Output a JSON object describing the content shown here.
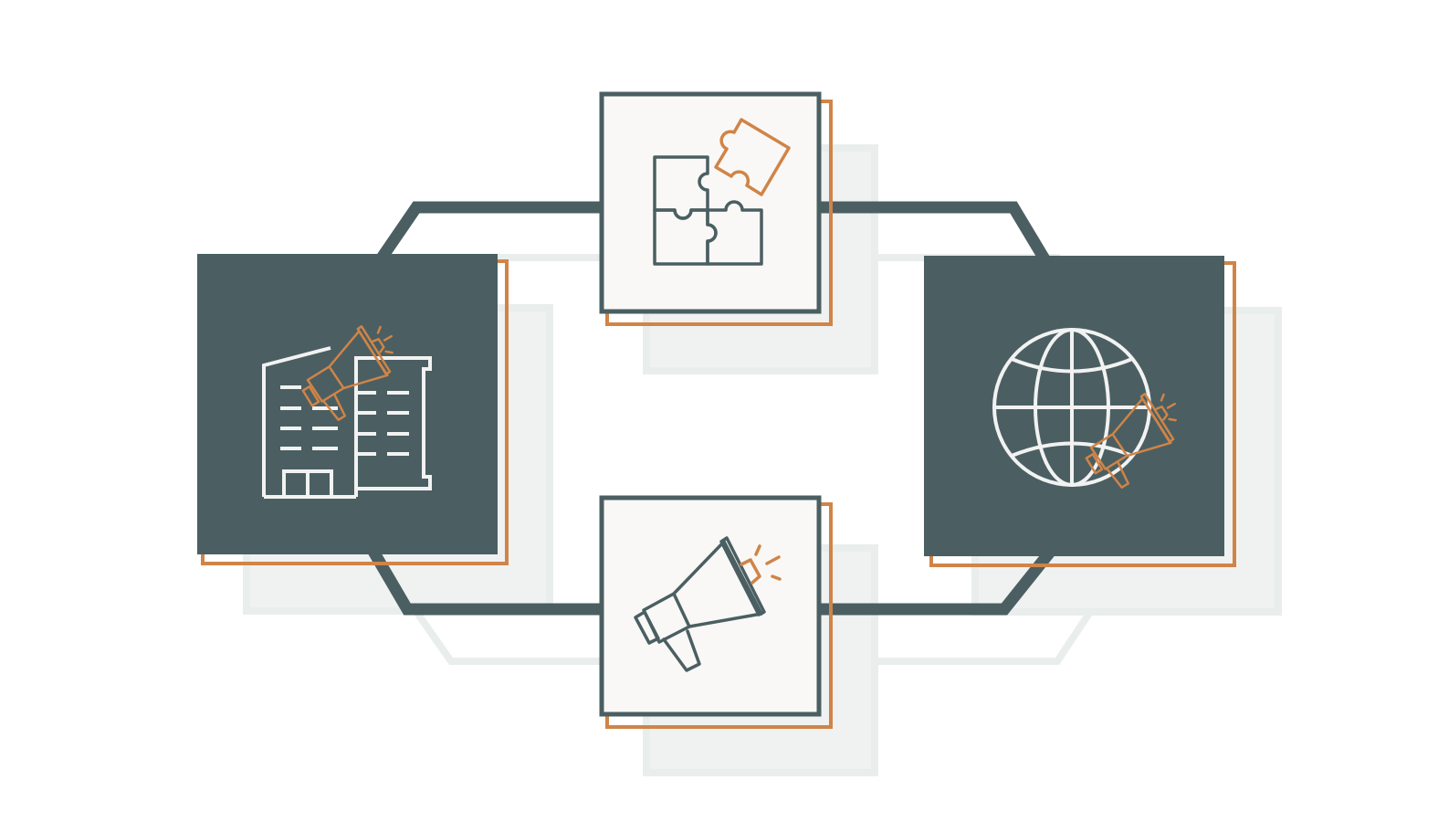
{
  "diagram": {
    "type": "cycle",
    "colors": {
      "background": "#ffffff",
      "dark": "#4b5f62",
      "accent": "#d08447",
      "light_fill": "#f9f8f6",
      "icon_light": "#f2f2f2",
      "shadow": "#e9eeed"
    },
    "nodes": [
      {
        "id": "left",
        "icon": "office-building-megaphone-icon",
        "style": "dark"
      },
      {
        "id": "top",
        "icon": "puzzle-pieces-icon",
        "style": "light"
      },
      {
        "id": "right",
        "icon": "globe-megaphone-icon",
        "style": "dark"
      },
      {
        "id": "bottom",
        "icon": "megaphone-icon",
        "style": "light"
      }
    ]
  }
}
